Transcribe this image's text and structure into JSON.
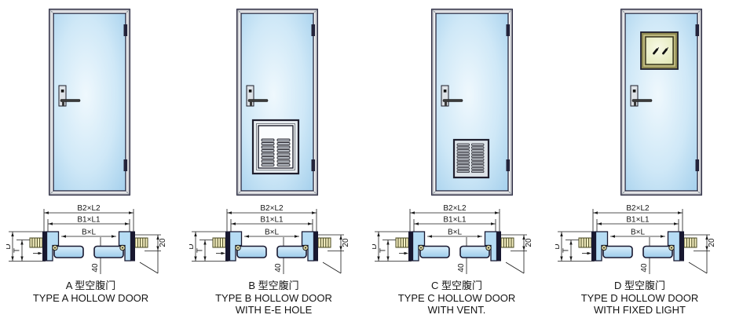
{
  "title": "Hollow door types diagram",
  "columns": [
    {
      "id": "A",
      "feature": "none",
      "label_cn": "A 型空腹门",
      "label_en": "TYPE A HOLLOW DOOR",
      "label_en2": ""
    },
    {
      "id": "B",
      "feature": "vent-large",
      "label_cn": "B 型空腹门",
      "label_en": "TYPE B HOLLOW DOOR",
      "label_en2": "WITH E-E HOLE"
    },
    {
      "id": "C",
      "feature": "vent-small",
      "label_cn": "C 型空腹门",
      "label_en": "TYPE C HOLLOW DOOR",
      "label_en2": "WITH VENT."
    },
    {
      "id": "D",
      "feature": "window",
      "label_cn": "D 型空腹门",
      "label_en": "TYPE D HOLLOW DOOR",
      "label_en2": "WITH FIXED LIGHT"
    }
  ],
  "dims": {
    "outer": "B2×L2",
    "mid": "B1×L1",
    "clear": "B×L",
    "depth": "D",
    "wall": "T",
    "leaf_thickness": "40",
    "frame_offset": "20"
  },
  "colors": {
    "panel_blue": "#a9d3ee",
    "panel_highlight": "#eef7fd",
    "line_ink": "#1a1a1a",
    "wall_hatch": "#f4eec0",
    "window_frame": "#8f8a52",
    "glass": "#eef1cf"
  }
}
